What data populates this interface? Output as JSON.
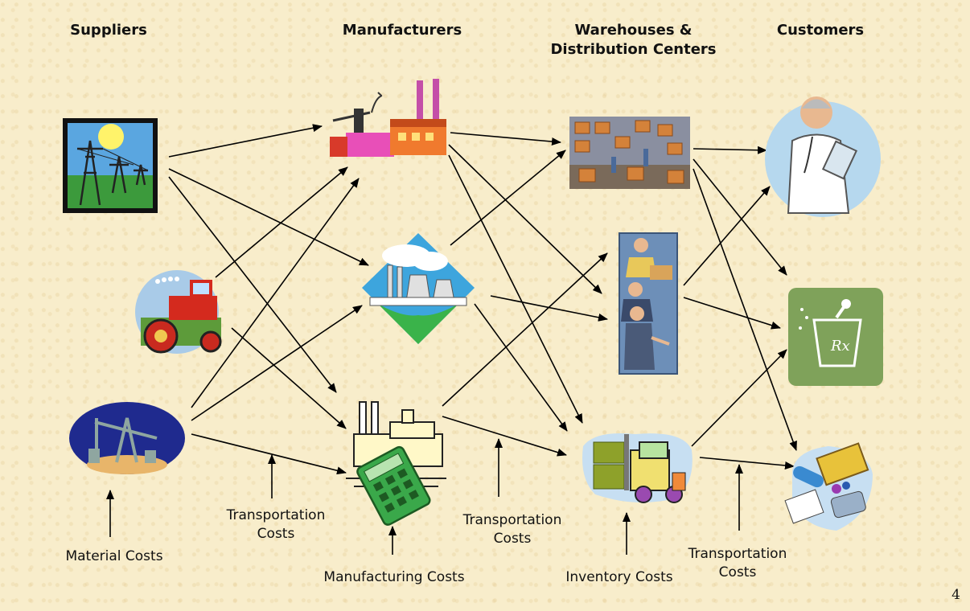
{
  "headers": {
    "suppliers": "Suppliers",
    "manufacturers": "Manufacturers",
    "warehouses_line1": "Warehouses &",
    "warehouses_line2": "Distribution Centers",
    "customers": "Customers"
  },
  "costs": {
    "material": "Material Costs",
    "transport1_line1": "Transportation",
    "transport1_line2": "Costs",
    "manufacturing": "Manufacturing Costs",
    "transport2_line1": "Transportation",
    "transport2_line2": "Costs",
    "inventory": "Inventory Costs",
    "transport3_line1": "Transportation",
    "transport3_line2": "Costs"
  },
  "page_number": "4",
  "icons": [
    "power-lines-icon",
    "tractor-icon",
    "oil-pump-icon",
    "factory-icon",
    "power-plant-icon",
    "plant-with-calculator-icon",
    "warehouse-icon",
    "business-people-icon",
    "forklift-icon",
    "doctor-icon",
    "pharmacy-mortar-icon",
    "medicine-icon"
  ],
  "colors": {
    "background": "#f8edcb",
    "arrow": "#000000"
  }
}
